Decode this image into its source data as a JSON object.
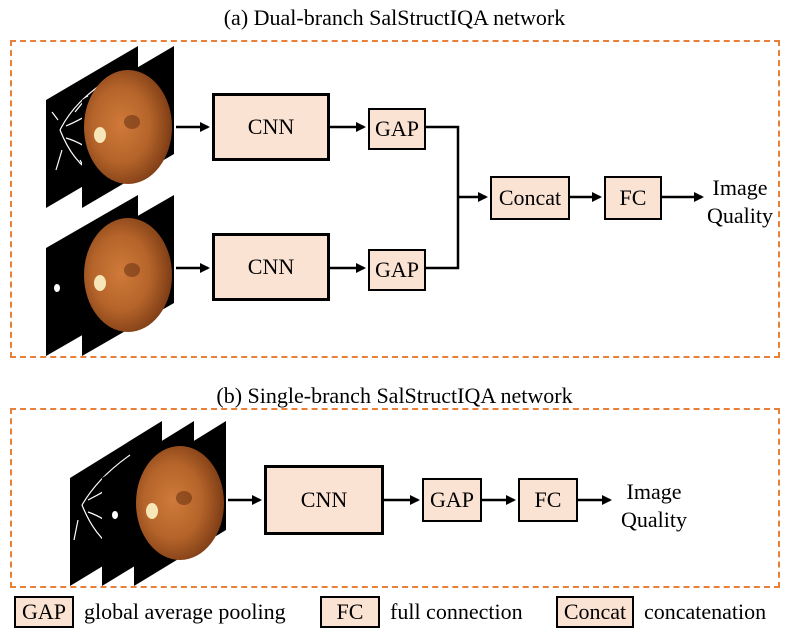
{
  "panel_a": {
    "title": "(a) Dual-branch SalStructIQA network",
    "top_branch": {
      "cnn": "CNN",
      "gap": "GAP"
    },
    "bottom_branch": {
      "cnn": "CNN",
      "gap": "GAP"
    },
    "concat": "Concat",
    "fc": "FC",
    "output_line1": "Image",
    "output_line2": "Quality"
  },
  "panel_b": {
    "title": "(b) Single-branch SalStructIQA network",
    "cnn": "CNN",
    "gap": "GAP",
    "fc": "FC",
    "output_line1": "Image",
    "output_line2": "Quality"
  },
  "legend": [
    {
      "abbr": "GAP",
      "text": "global average pooling"
    },
    {
      "abbr": "FC",
      "text": "full connection"
    },
    {
      "abbr": "Concat",
      "text": "concatenation"
    }
  ],
  "colors": {
    "dash": "#E8803A",
    "box_fill": "#FBE3D4",
    "fundus": "#B5642A"
  }
}
